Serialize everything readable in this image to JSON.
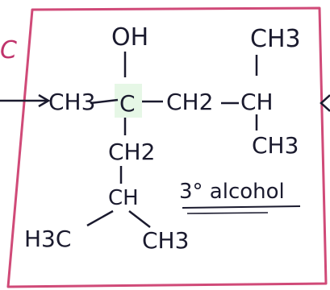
{
  "colors": {
    "paper": "#ffffff",
    "ink": "#1a1a2e",
    "frame": "#d04a78",
    "highlight": "#d8f5d8"
  },
  "labels": {
    "side_letter": "C",
    "oh_group": "OH",
    "top_methyl": "CH3",
    "left_methyl": "CH3",
    "center_carbon": "C",
    "dash_1": "—",
    "ch2_right": "CH2",
    "dash_2": "—",
    "ch_right": "CH",
    "bottom_right_methyl": "CH3",
    "ch2_down": "CH2",
    "ch_down": "CH",
    "h3c_left": "H3C",
    "ch3_bottom": "CH3",
    "classification": "3° alcohol"
  }
}
